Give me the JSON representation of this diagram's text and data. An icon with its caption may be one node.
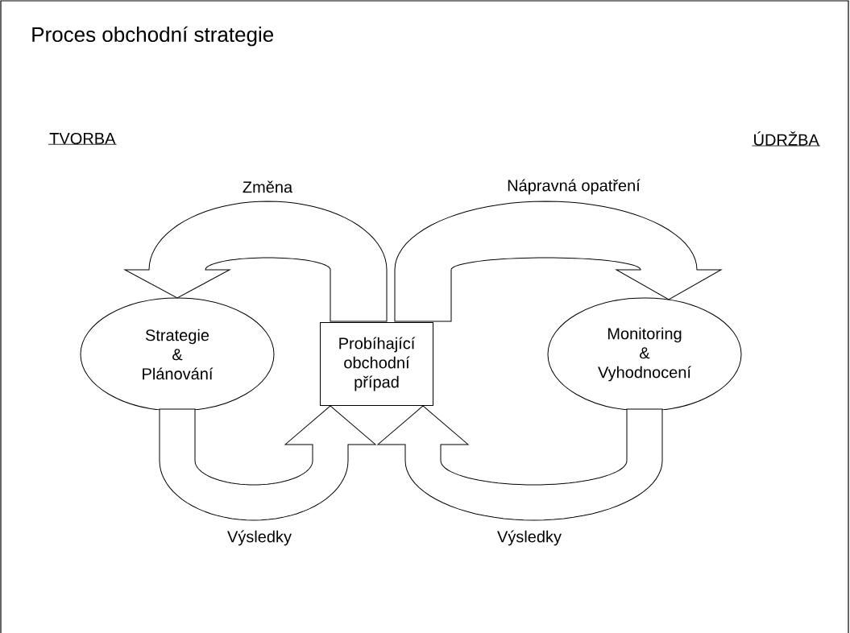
{
  "diagram": {
    "title": "Proces obchodní strategie",
    "nodes": [
      {
        "text": [
          "Strategie & Plánování"
        ]
      },
      {
        "text": [
          "Probíhající obchodní případ"
        ]
      },
      {
        "text": [
          "Monitoring & Vyhodnocení"
        ]
      }
    ],
    "edges": [
      {
        "from": 1,
        "to": 0,
        "arrow": "to",
        "label": "Změna"
      },
      {
        "from": 1,
        "to": 2,
        "arrow": "to",
        "label": "Nápravná opatření"
      },
      {
        "from": 0,
        "to": 1,
        "arrow": "to",
        "label": "Výsledky"
      },
      {
        "from": 2,
        "to": 1,
        "arrow": "to",
        "label": "Výsledky"
      }
    ],
    "labels": [
      "TVORBA",
      "ÚDRŽBA"
    ]
  }
}
